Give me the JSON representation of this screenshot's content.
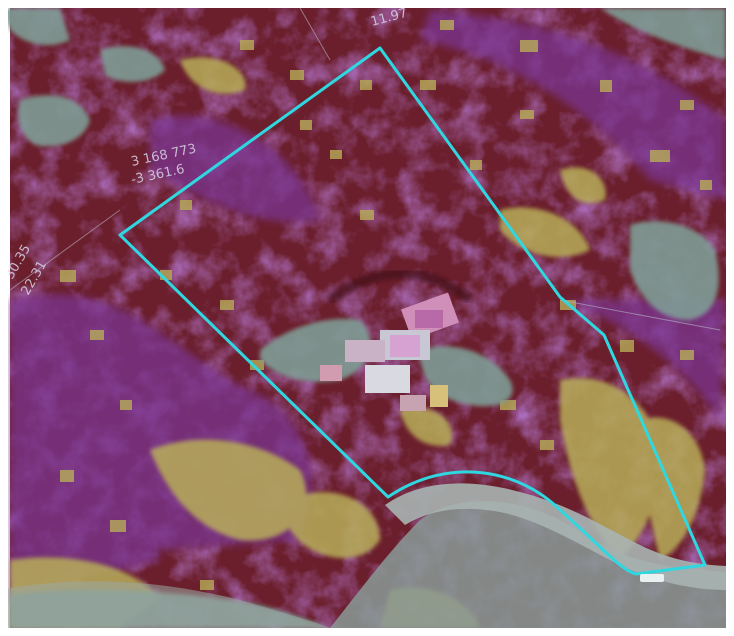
{
  "map": {
    "base": "aerial imagery with land cover classification overlay",
    "legend_colors": {
      "forest": "#6b1f2c",
      "shrub": "#7a3690",
      "grass": "#b7ad58",
      "developed": "#7f9c95",
      "road": "#9aa7a3",
      "roof": "#d08fb8",
      "parcel_boundary": "#2fd7e0"
    },
    "labels": {
      "top_dim": "11.97",
      "coord_a": "3 168 773",
      "coord_b": "-3 361.6",
      "left_a": "30.35",
      "left_b": "22.31"
    }
  }
}
